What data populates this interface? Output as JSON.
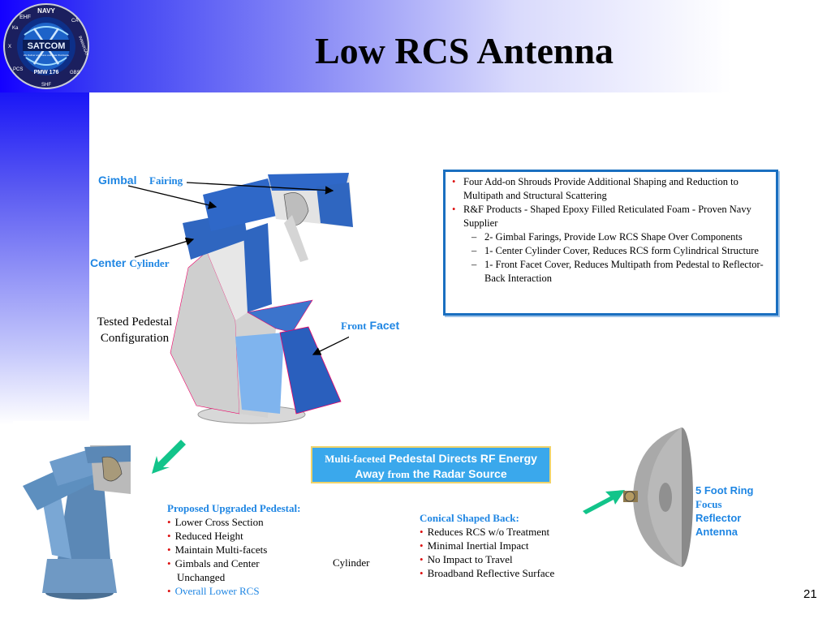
{
  "slide": {
    "title": "Low RCS Antenna",
    "page_number": "21"
  },
  "logo": {
    "ring_top": "NAVY",
    "ring_left_top": "Ka",
    "ring_left_mid": "X",
    "ring_right_top": "CA",
    "ring_right_mid": "INMARSAT",
    "ring_upper_left": "EHF",
    "center": "SATCOM",
    "tagline": "We Deliver any Voice and Data Worldwide",
    "bottom": "PMW 176",
    "ring_bottom_left": "PCS",
    "ring_bottom_mid": "SHF",
    "ring_bottom_right": "GBS"
  },
  "labels": {
    "gimbal": "Gimbal",
    "fairing": "Fairing",
    "center": "Center",
    "cylinder": "Cylinder",
    "front": "Front",
    "facet": "Facet",
    "tested_line1": "Tested Pedestal",
    "tested_line2": "Configuration"
  },
  "bullet_box": {
    "items": [
      {
        "level": 1,
        "text": "Four Add-on Shrouds Provide Additional Shaping and Reduction to Multipath and Structural Scattering"
      },
      {
        "level": 1,
        "text": "R&F Products - Shaped Epoxy Filled Reticulated Foam - Proven Navy Supplier"
      },
      {
        "level": 2,
        "text": "2- Gimbal Farings, Provide Low RCS Shape Over Components"
      },
      {
        "level": 2,
        "text": "1- Center Cylinder Cover, Reduces RCS form Cylindrical Structure"
      },
      {
        "level": 2,
        "text": "1- Front Facet Cover, Reduces Multipath from Pedestal to Reflector-Back Interaction"
      }
    ]
  },
  "rf_box": {
    "line1_a": "Multi-faceted",
    "line1_b": "Pedestal Directs RF Energy",
    "line2_a": "Away",
    "line2_b": "from",
    "line2_c": "the Radar Source"
  },
  "proposed": {
    "heading": "Proposed Upgraded Pedestal:",
    "items": [
      "Lower Cross Section",
      "Reduced Height",
      "Maintain Multi-facets",
      "Gimbals and Center",
      "Overall Lower RCS"
    ],
    "gimbals_cont": "Unchanged",
    "cylinder_word": "Cylinder"
  },
  "conical": {
    "heading": "Conical Shaped Back:",
    "items": [
      "Reduces RCS w/o Treatment",
      "Minimal Inertial Impact",
      "No Impact to Travel",
      "Broadband Reflective Surface"
    ]
  },
  "reflector_label": {
    "line1": "5 Foot Ring",
    "line2": "Focus",
    "line3": "Reflector",
    "line4": "Antenna"
  },
  "colors": {
    "accent_blue": "#1f86e3",
    "bullet_red": "#dd1111",
    "arrow_green": "#12c48a",
    "box_border": "#1a6fc0"
  }
}
